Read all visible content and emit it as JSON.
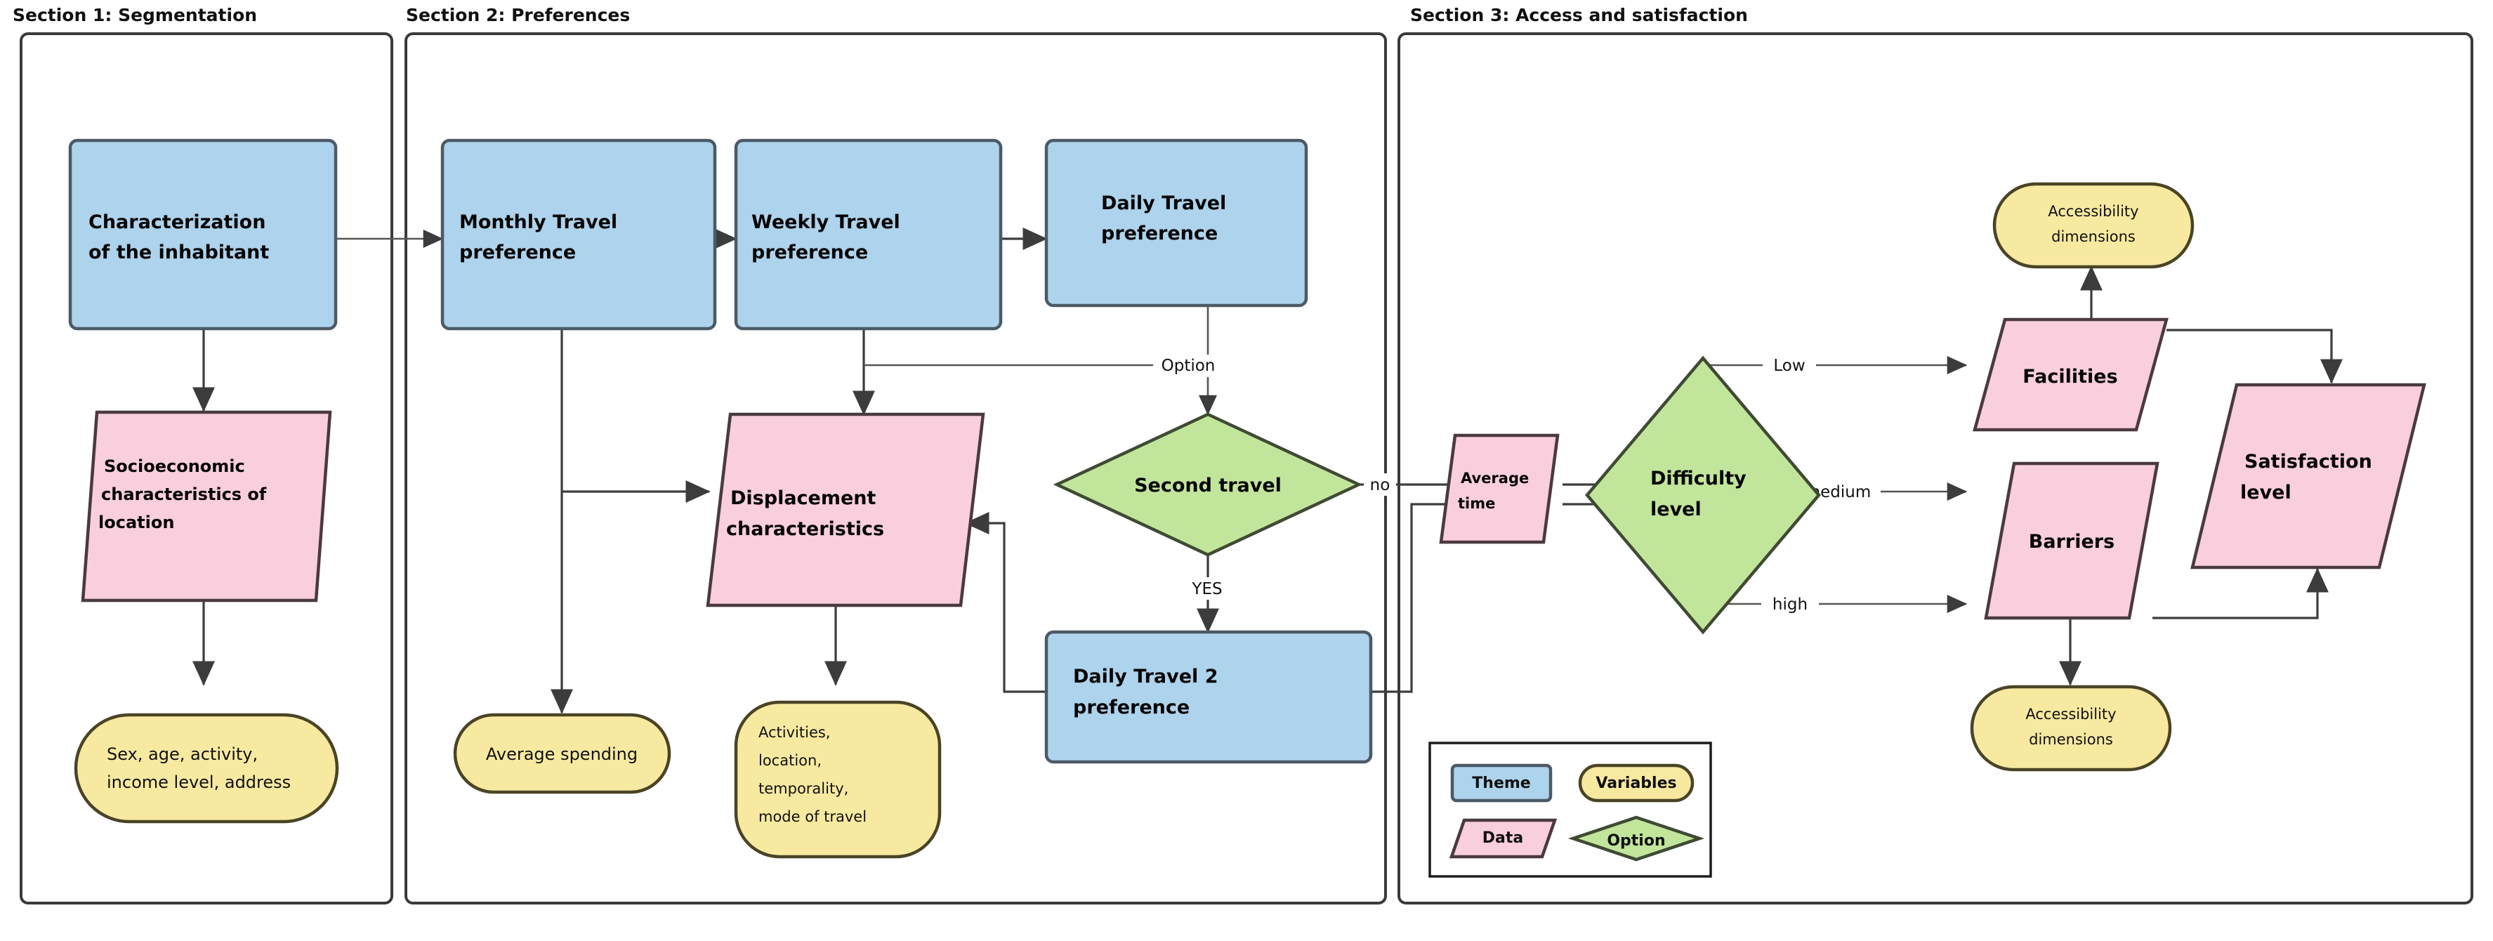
{
  "sections": [
    {
      "id": "s1",
      "title": "Section 1: Segmentation"
    },
    {
      "id": "s2",
      "title": "Section 2: Preferences"
    },
    {
      "id": "s3",
      "title": "Section 3: Access and satisfaction"
    }
  ],
  "nodes": {
    "characterization": {
      "label_line1": "Characterization",
      "label_line2": "of the inhabitant",
      "type": "theme"
    },
    "socioeconomic": {
      "label_line1": "Socioeconomic",
      "label_line2": "characteristics of",
      "label_line3": "location",
      "type": "data"
    },
    "sex_age": {
      "label_line1": "Sex, age, activity,",
      "label_line2": "income level, address",
      "type": "variables"
    },
    "monthly": {
      "label_line1": "Monthly Travel",
      "label_line2": "preference",
      "type": "theme"
    },
    "weekly": {
      "label_line1": "Weekly Travel",
      "label_line2": "preference",
      "type": "theme"
    },
    "daily": {
      "label_line1": "Daily Travel",
      "label_line2": "preference",
      "type": "theme"
    },
    "displacement": {
      "label_line1": "Displacement",
      "label_line2": "characteristics",
      "type": "data"
    },
    "second_travel": {
      "label_line1": "Second travel",
      "type": "option"
    },
    "daily2": {
      "label_line1": "Daily Travel 2",
      "label_line2": "preference",
      "type": "theme"
    },
    "avg_spending": {
      "label_line1": "Average spending",
      "type": "variables"
    },
    "activities": {
      "label_line1": "Activities,",
      "label_line2": "location,",
      "label_line3": "temporality,",
      "label_line4": "mode of travel",
      "type": "variables"
    },
    "avg_time": {
      "label_line1": "Average",
      "label_line2": "time",
      "type": "data"
    },
    "difficulty": {
      "label_line1": "Difficulty",
      "label_line2": "level",
      "type": "option"
    },
    "facilities": {
      "label_line1": "Facilities",
      "type": "data"
    },
    "barriers": {
      "label_line1": "Barriers",
      "type": "data"
    },
    "satisfaction": {
      "label_line1": "Satisfaction",
      "label_line2": "level",
      "type": "data"
    },
    "access_dim_top": {
      "label_line1": "Accessibility",
      "label_line2": "dimensions",
      "type": "variables"
    },
    "access_dim_bottom": {
      "label_line1": "Accessibility",
      "label_line2": "dimensions",
      "type": "variables"
    }
  },
  "edge_labels": {
    "option": "Option",
    "yes": "YES",
    "no": "no",
    "low": "Low",
    "medium": "medium",
    "high": "high"
  },
  "legend": {
    "theme": "Theme",
    "variables": "Variables",
    "data": "Data",
    "option": "Option"
  },
  "colors": {
    "theme": "#aed3ec",
    "data": "#f9cedd",
    "option": "#c2e59c",
    "variables": "#f8e9a1",
    "stroke": "#3c3c3c",
    "frame": "#3a3a3a"
  }
}
